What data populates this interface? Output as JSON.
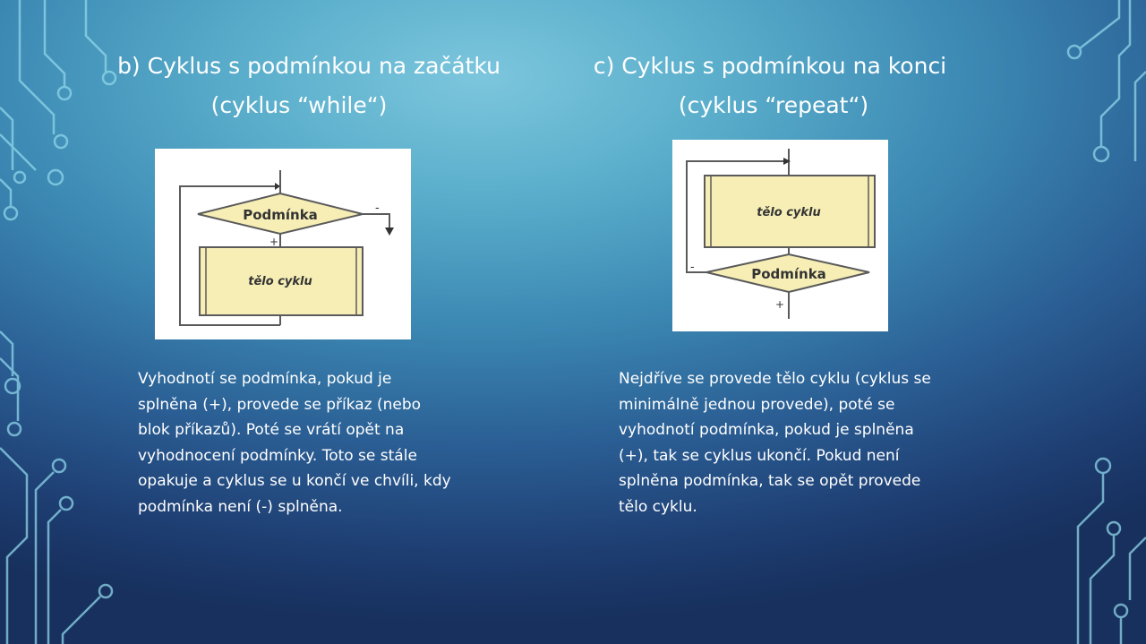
{
  "colors": {
    "bg_top": "#7cc6dd",
    "bg_bottom": "#17305d",
    "circuit": "#8fd6ea",
    "box_fill": "#f7eeb6",
    "box_stroke": "#5a5a5a"
  },
  "left": {
    "title_lines": [
      "b) Cyklus s podmínkou na začátku",
      "(cyklus “while“)"
    ],
    "diagram": {
      "condition_label": "Podmínka",
      "body_label": "tělo cyklu",
      "plus_label": "+",
      "minus_label": "-"
    },
    "description_lines": [
      "Vyhodnotí se podmínka, pokud je",
      "splněna (+), provede se příkaz (nebo",
      "blok příkazů). Poté se vrátí opět na",
      "vyhodnocení podmínky. Toto se stále",
      "opakuje a cyklus se u končí ve chvíli, kdy",
      "podmínka není (-) splněna."
    ]
  },
  "right": {
    "title_lines": [
      "c) Cyklus s podmínkou na konci",
      "(cyklus “repeat“)"
    ],
    "diagram": {
      "condition_label": "Podmínka",
      "body_label": "tělo cyklu",
      "plus_label": "+",
      "minus_label": "-"
    },
    "description_lines": [
      "Nejdříve se provede tělo cyklu (cyklus se",
      "minimálně jednou provede), poté se",
      "vyhodnotí podmínka, pokud je splněna",
      "(+), tak se cyklus ukončí. Pokud není",
      "splněna podmínka, tak se opět provede",
      "tělo cyklu."
    ]
  }
}
